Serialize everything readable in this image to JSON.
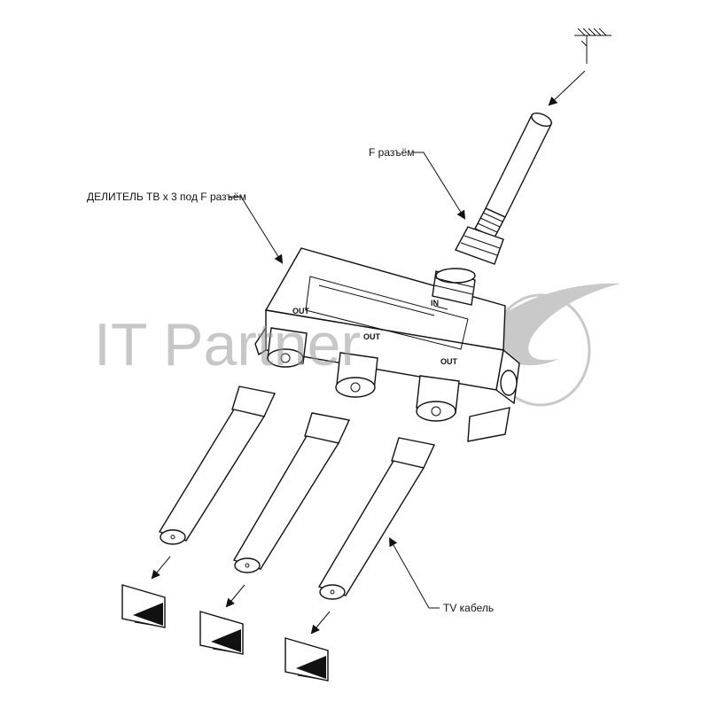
{
  "labels": {
    "splitter": "ДЕЛИТЕЛЬ ТВ х 3 под F разъём",
    "f_connector": "F разъём",
    "tv_cable": "TV кабель"
  },
  "ports": {
    "in": "IN",
    "out_left": "OUT",
    "out_middle": "OUT",
    "out_right": "OUT"
  },
  "watermark": {
    "text": "IT Partner",
    "color": "#9a9a9a"
  },
  "icons": {
    "antenna": "antenna-icon",
    "tv": "tv-icon"
  }
}
